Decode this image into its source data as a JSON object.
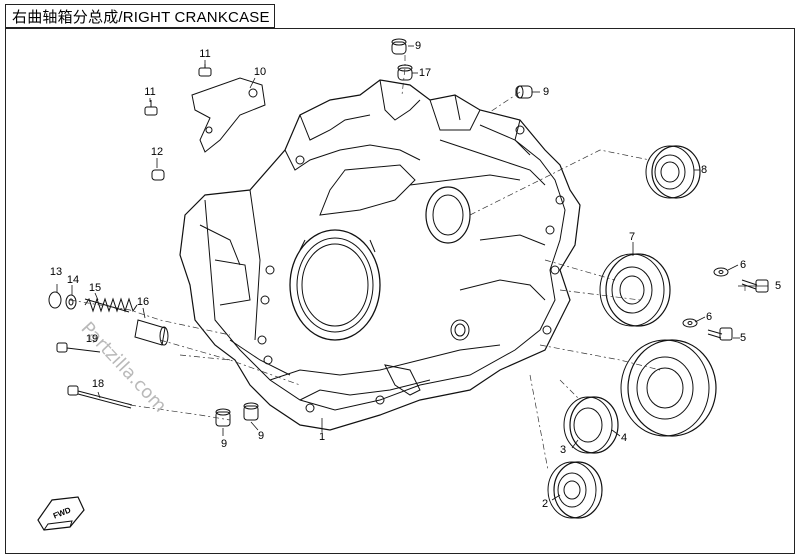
{
  "title": "右曲轴箱分总成/RIGHT CRANKCASE",
  "watermark": "Partzilla.com",
  "fwd_badge": "FWD",
  "callouts": [
    {
      "id": "c11a",
      "text": "11"
    },
    {
      "id": "c10",
      "text": "10"
    },
    {
      "id": "c11b",
      "text": "11"
    },
    {
      "id": "c12",
      "text": "12"
    },
    {
      "id": "c9a",
      "text": "9"
    },
    {
      "id": "c17",
      "text": "17"
    },
    {
      "id": "c9b",
      "text": "9"
    },
    {
      "id": "c8",
      "text": "8"
    },
    {
      "id": "c7",
      "text": "7"
    },
    {
      "id": "c6a",
      "text": "6"
    },
    {
      "id": "c5a",
      "text": "5"
    },
    {
      "id": "c6b",
      "text": "6"
    },
    {
      "id": "c5b",
      "text": "5"
    },
    {
      "id": "c4",
      "text": "4"
    },
    {
      "id": "c3",
      "text": "3"
    },
    {
      "id": "c2",
      "text": "2"
    },
    {
      "id": "c1",
      "text": "1"
    },
    {
      "id": "c9c",
      "text": "9"
    },
    {
      "id": "c9d",
      "text": "9"
    },
    {
      "id": "c13",
      "text": "13"
    },
    {
      "id": "c14",
      "text": "14"
    },
    {
      "id": "c15",
      "text": "15"
    },
    {
      "id": "c16",
      "text": "16"
    },
    {
      "id": "c19",
      "text": "19"
    },
    {
      "id": "c18",
      "text": "18"
    }
  ]
}
